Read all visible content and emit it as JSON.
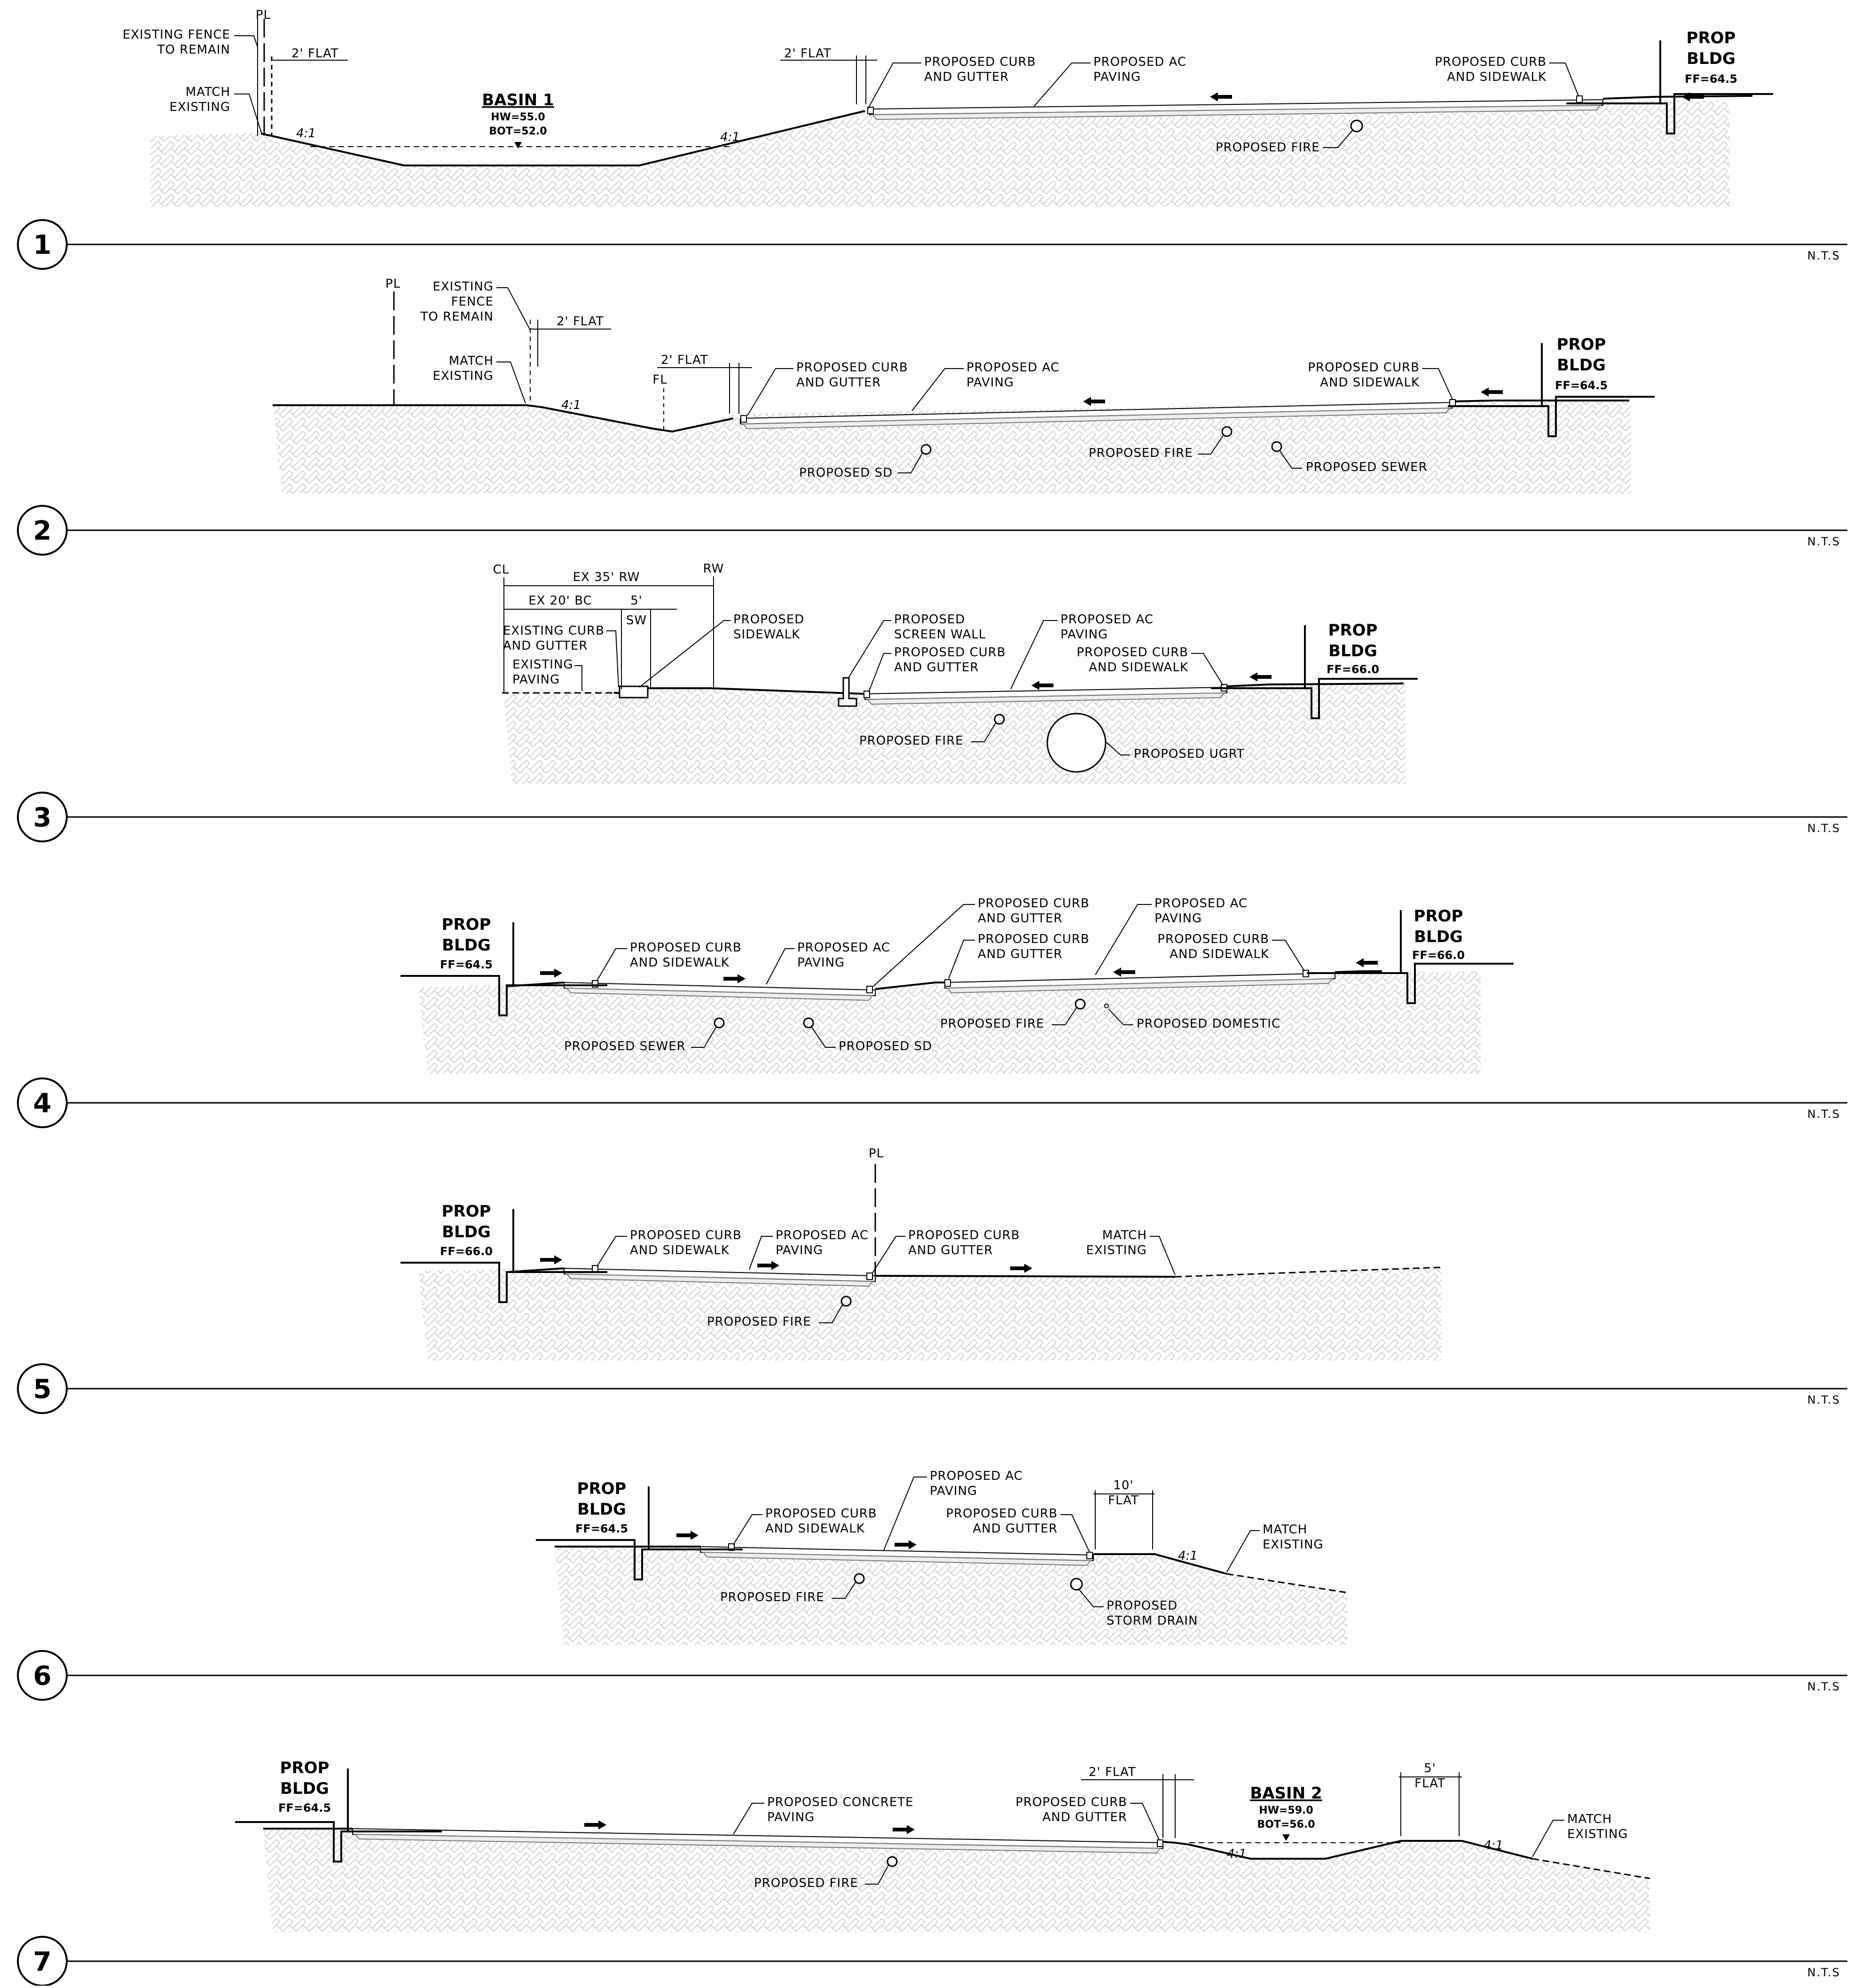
{
  "sections": [
    {
      "number": "1",
      "scale": "N.T.S",
      "labels": {
        "pl": "PL",
        "fence": [
          "EXISTING FENCE",
          "TO REMAIN"
        ],
        "match": [
          "MATCH",
          "EXISTING"
        ],
        "flat_a": "2' FLAT",
        "flat_b": "2' FLAT",
        "basin": "BASIN 1",
        "hw": "HW=55.0",
        "bot": "BOT=52.0",
        "slope_a": "4:1",
        "slope_b": "4:1",
        "curb_gutter": [
          "PROPOSED CURB",
          "AND GUTTER"
        ],
        "ac_paving": [
          "PROPOSED AC",
          "PAVING"
        ],
        "curb_sidewalk": [
          "PROPOSED CURB",
          "AND SIDEWALK"
        ],
        "fire": "PROPOSED FIRE",
        "bldg": [
          "PROP",
          "BLDG"
        ],
        "ff": "FF=64.5"
      }
    },
    {
      "number": "2",
      "scale": "N.T.S",
      "labels": {
        "pl": "PL",
        "fence": [
          "EXISTING",
          "FENCE",
          "TO REMAIN"
        ],
        "match": [
          "MATCH",
          "EXISTING"
        ],
        "flat_a": "2' FLAT",
        "flat_b": "2' FLAT",
        "fl": "FL",
        "slope_a": "4:1",
        "curb_gutter": [
          "PROPOSED CURB",
          "AND GUTTER"
        ],
        "ac_paving": [
          "PROPOSED AC",
          "PAVING"
        ],
        "curb_sidewalk": [
          "PROPOSED CURB",
          "AND SIDEWALK"
        ],
        "sd": "PROPOSED SD",
        "fire": "PROPOSED FIRE",
        "sewer": "PROPOSED SEWER",
        "bldg": [
          "PROP",
          "BLDG"
        ],
        "ff": "FF=64.5"
      }
    },
    {
      "number": "3",
      "scale": "N.T.S",
      "labels": {
        "cl": "CL",
        "rw": "RW",
        "ex_rw": "EX 35' RW",
        "ex_bc": "EX 20' BC",
        "dim5": "5'",
        "sw": "SW",
        "ex_curb": [
          "EXISTING CURB",
          "AND GUTTER"
        ],
        "ex_paving": [
          "EXISTING",
          "PAVING"
        ],
        "sidewalk": [
          "PROPOSED",
          "SIDEWALK"
        ],
        "screen_wall": [
          "PROPOSED",
          "SCREEN WALL"
        ],
        "curb_gutter": [
          "PROPOSED CURB",
          "AND GUTTER"
        ],
        "ac_paving": [
          "PROPOSED AC",
          "PAVING"
        ],
        "curb_sidewalk": [
          "PROPOSED CURB",
          "AND SIDEWALK"
        ],
        "fire": "PROPOSED FIRE",
        "ugrt": "PROPOSED UGRT",
        "bldg": [
          "PROP",
          "BLDG"
        ],
        "ff": "FF=66.0"
      }
    },
    {
      "number": "4",
      "scale": "N.T.S",
      "labels": {
        "bldg_l": [
          "PROP",
          "BLDG"
        ],
        "ff_l": "FF=64.5",
        "bldg_r": [
          "PROP",
          "BLDG"
        ],
        "ff_r": "FF=66.0",
        "curb_sidewalk_l": [
          "PROPOSED CURB",
          "AND SIDEWALK"
        ],
        "ac_paving_l": [
          "PROPOSED AC",
          "PAVING"
        ],
        "curb_gutter_a": [
          "PROPOSED CURB",
          "AND GUTTER"
        ],
        "curb_gutter_b": [
          "PROPOSED CURB",
          "AND GUTTER"
        ],
        "ac_paving_r": [
          "PROPOSED AC",
          "PAVING"
        ],
        "curb_sidewalk_r": [
          "PROPOSED CURB",
          "AND SIDEWALK"
        ],
        "sewer": "PROPOSED SEWER",
        "sd": "PROPOSED SD",
        "fire": "PROPOSED FIRE",
        "domestic": "PROPOSED DOMESTIC"
      }
    },
    {
      "number": "5",
      "scale": "N.T.S",
      "labels": {
        "pl": "PL",
        "bldg": [
          "PROP",
          "BLDG"
        ],
        "ff": "FF=66.0",
        "curb_sidewalk": [
          "PROPOSED CURB",
          "AND SIDEWALK"
        ],
        "ac_paving": [
          "PROPOSED AC",
          "PAVING"
        ],
        "curb_gutter": [
          "PROPOSED CURB",
          "AND GUTTER"
        ],
        "match": [
          "MATCH",
          "EXISTING"
        ],
        "fire": "PROPOSED FIRE"
      }
    },
    {
      "number": "6",
      "scale": "N.T.S",
      "labels": {
        "bldg": [
          "PROP",
          "BLDG"
        ],
        "ff": "FF=64.5",
        "curb_sidewalk": [
          "PROPOSED CURB",
          "AND SIDEWALK"
        ],
        "ac_paving": [
          "PROPOSED AC",
          "PAVING"
        ],
        "curb_gutter": [
          "PROPOSED CURB",
          "AND GUTTER"
        ],
        "flat": [
          "10'",
          "FLAT"
        ],
        "slope": "4:1",
        "match": [
          "MATCH",
          "EXISTING"
        ],
        "fire": "PROPOSED FIRE",
        "storm": [
          "PROPOSED",
          "STORM DRAIN"
        ]
      }
    },
    {
      "number": "7",
      "scale": "N.T.S",
      "labels": {
        "bldg": [
          "PROP",
          "BLDG"
        ],
        "ff": "FF=64.5",
        "concrete": [
          "PROPOSED CONCRETE",
          "PAVING"
        ],
        "flat_a": "2' FLAT",
        "curb_gutter": [
          "PROPOSED CURB",
          "AND GUTTER"
        ],
        "basin": "BASIN 2",
        "hw": "HW=59.0",
        "bot": "BOT=56.0",
        "flat_b": [
          "5'",
          "FLAT"
        ],
        "slope_a": "4:1",
        "slope_b": "4:1",
        "match": [
          "MATCH",
          "EXISTING"
        ],
        "fire": "PROPOSED FIRE"
      }
    }
  ]
}
